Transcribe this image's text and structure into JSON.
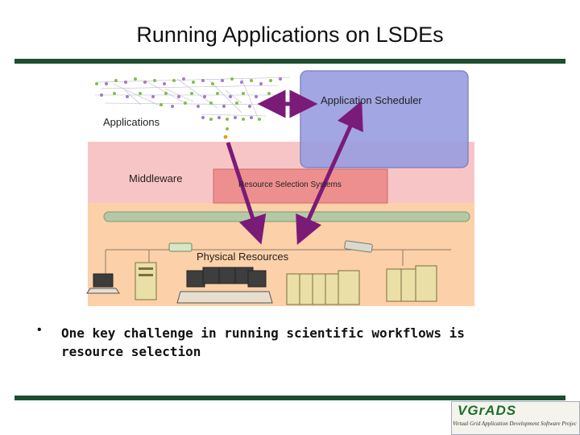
{
  "slide": {
    "title": "Running Applications on LSDEs"
  },
  "diagram": {
    "applications_label": "Applications",
    "scheduler_label": "Application Scheduler",
    "middleware_label": "Middleware",
    "resource_selection_label": "Resource Selection Systems",
    "physical_resources_label": "Physical Resources",
    "colors": {
      "middleware_band": "#f8c5c6",
      "physical_band": "#fcd0a8",
      "scheduler_box": "#9b9fe0",
      "resource_selection_box": "#ee8f8f",
      "arrow": "#7b1b78",
      "network_bus": "#b5c8a6"
    }
  },
  "bullets": [
    {
      "text": "One key challenge in running scientific workflows is resource selection"
    }
  ],
  "logo": {
    "name": "VGrADS",
    "subtitle": "Virtual Grid Application Development Software Project"
  }
}
